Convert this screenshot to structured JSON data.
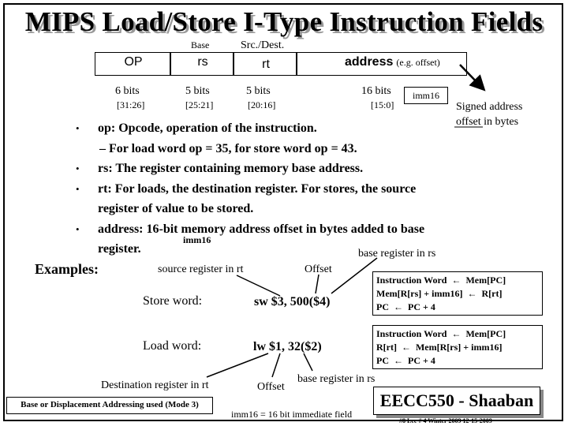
{
  "title": "MIPS Load/Store I-Type Instruction Fields",
  "header": {
    "base": "Base",
    "src_dest": "Src./Dest."
  },
  "fields": {
    "op": "OP",
    "rs": "rs",
    "rt": "rt",
    "address": "address",
    "address_note": "(e.g. offset)"
  },
  "bits": {
    "op": "6 bits",
    "rs": "5 bits",
    "rt": "5 bits",
    "address": "16 bits"
  },
  "ranges": {
    "op": "[31:26]",
    "rs": "[25:21]",
    "rt": "[20:16]",
    "address": "[15:0]"
  },
  "imm16_box": "imm16",
  "signed_note": {
    "line1": "Signed address",
    "line2": "offset in bytes"
  },
  "bullets": [
    "op: Opcode, operation of the instruction.",
    "–  For load word op = 35,  for store word op = 43.",
    "rs: The register containing memory base address.",
    "rt: For loads, the destination register.  For stores, the source",
    "register of value to be stored.",
    "address:  16-bit memory address offset in bytes added to base",
    "register."
  ],
  "imm16_small": "imm16",
  "examples": {
    "label": "Examples:",
    "source_reg": "source register in rt",
    "offset_top": "Offset",
    "base_reg_top": "base register in rs",
    "store_label": "Store word:",
    "store_instr": "sw $3, 500($4)",
    "load_label": "Load word:",
    "load_instr": "lw $1, 32($2)",
    "dest_reg": "Destination register in rt",
    "offset_bottom": "Offset",
    "base_reg_bottom": "base register in rs"
  },
  "store_box": {
    "line1a": "Instruction Word",
    "line1b": "Mem[PC]",
    "line2a": "Mem[R[rs] + imm16]",
    "line2b": "R[rt]",
    "line3a": "PC",
    "line3b": "PC + 4"
  },
  "load_box": {
    "line1a": "Instruction Word",
    "line1b": "Mem[PC]",
    "line2a": "R[rt]",
    "line2b": "Mem[R[rs] + imm16]",
    "line3a": "PC",
    "line3b": "PC + 4"
  },
  "addressing_box": "Base or Displacement Addressing used (Mode 3)",
  "imm16_note": "imm16 = 16 bit immediate field",
  "badge": "EECC550 - Shaaban",
  "footer": "#8   Lec # 4   Winter 2009  12-15-2009"
}
